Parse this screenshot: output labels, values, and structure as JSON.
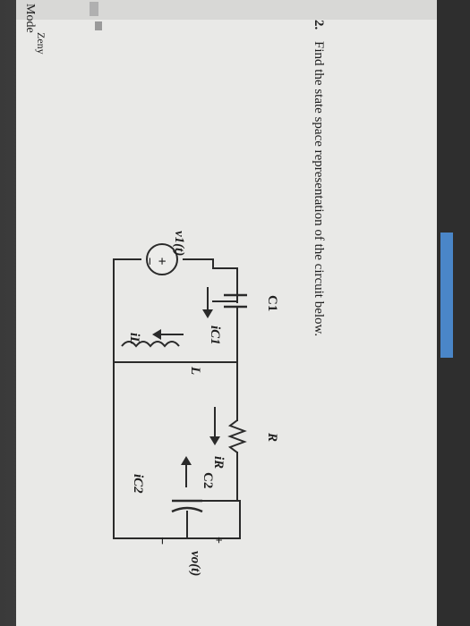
{
  "header": {
    "cut_word_1": "Mode",
    "cut_word_2": "Zeny"
  },
  "problem": {
    "number": "2.",
    "statement": "Find the state space representation of the circuit below."
  },
  "circuit": {
    "source_label": "v1(t)",
    "source_plus": "+",
    "source_minus": "−",
    "c1_label": "C1",
    "ic1_label": "iC1",
    "inductor_label": "L",
    "il_label": "iL",
    "resistor_label": "R",
    "ir_label": "iR",
    "c2_label": "C2",
    "ic2_label": "iC2",
    "vo_label": "vo(t)",
    "vo_plus": "+",
    "vo_minus": "−"
  }
}
